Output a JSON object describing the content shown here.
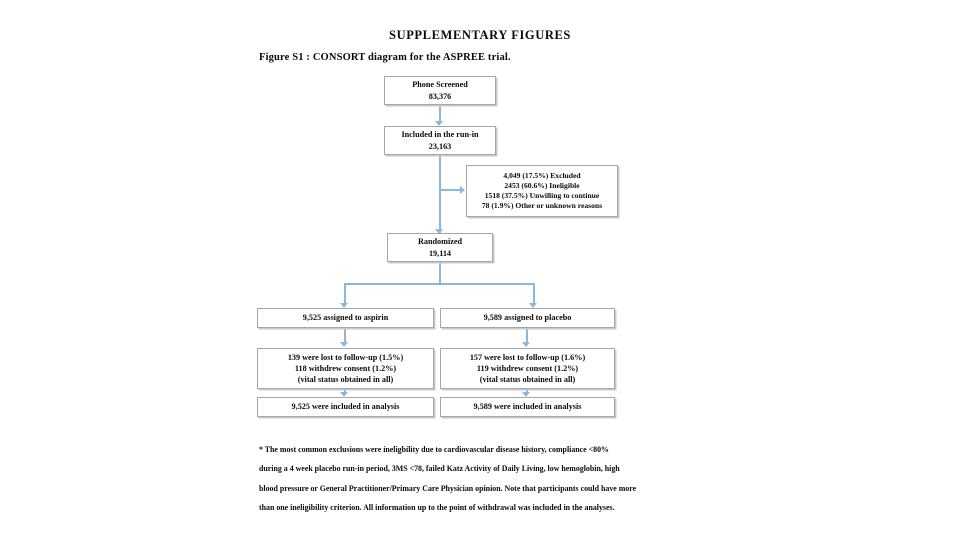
{
  "header": {
    "title": "SUPPLEMENTARY FIGURES",
    "figure_caption": "Figure S1 : CONSORT diagram for the ASPREE trial."
  },
  "diagram": {
    "accent_color": "#8ab8dc",
    "box_border_color": "#a6a6a6",
    "nodes": {
      "phone_screened": {
        "label": "Phone Screened",
        "value": "83,376"
      },
      "run_in": {
        "label": "Included in the run-in",
        "value": "23,163"
      },
      "excluded": {
        "line1": "4,049 (17.5%) Excluded",
        "line2": "2453 (60.6%) Ineligible",
        "line3": "1518 (37.5%) Unwilling to continue",
        "line4": "78 (1.9%) Other or unknown reasons"
      },
      "randomized": {
        "label": "Randomized",
        "value": "19,114"
      },
      "assigned_aspirin": {
        "label": "9,525 assigned to aspirin"
      },
      "assigned_placebo": {
        "label": "9,589 assigned to placebo"
      },
      "lost_aspirin": {
        "line1": "139 were lost to follow-up (1.5%)",
        "line2": "118 withdrew consent (1.2%)",
        "line3": "(vital status obtained in all)"
      },
      "lost_placebo": {
        "line1": "157 were lost to follow-up (1.6%)",
        "line2": "119 withdrew consent (1.2%)",
        "line3": "(vital status obtained in all)"
      },
      "analysis_aspirin": {
        "label": "9,525 were included in analysis"
      },
      "analysis_placebo": {
        "label": "9,589 were included in analysis"
      }
    }
  },
  "footnote": {
    "line1": "* The most common exclusions were ineligbility due to cardiovascular disease history, compliance <80%",
    "line2": "during a 4 week placebo run-in period, 3MS <78, failed Katz Activity of Daily Living, low hemoglobin, high",
    "line3": "blood pressure or General Practitioner/Primary Care Physician opinion. Note that participants could have more",
    "line4": "than one ineligibility criterion. All information up to the point of withdrawal was included in the analyses."
  }
}
